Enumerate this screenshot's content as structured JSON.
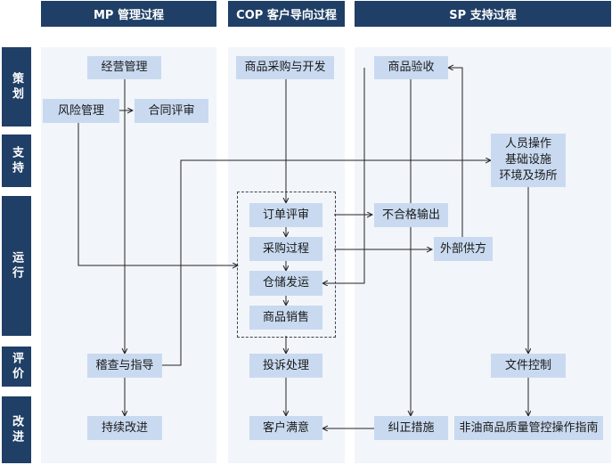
{
  "headers": {
    "mp": "MP 管理过程",
    "cop": "COP 客户导向过程",
    "sp": "SP 支持过程"
  },
  "stages": {
    "plan": "策划",
    "support": "支持",
    "operate": "运行",
    "evaluate": "评价",
    "improve": "改进"
  },
  "boxes": {
    "business_mgmt": "经营管理",
    "risk_mgmt": "风险管理",
    "contract_review": "合同评审",
    "audit_guidance": "稽查与指导",
    "continuous_improvement": "持续改进",
    "procurement_dev": "商品采购与开发",
    "order_review": "订单评审",
    "purchasing": "采购过程",
    "warehouse_shipping": "仓储发运",
    "sales": "商品销售",
    "complaint_handling": "投诉处理",
    "customer_satisfaction": "客户满意",
    "goods_inspection": "商品验收",
    "nonconforming_output": "不合格输出",
    "external_supplier": "外部供方",
    "corrective_action": "纠正措施",
    "resources_line1": "人员操作",
    "resources_line2": "基础设施",
    "resources_line3": "环境及场所",
    "document_control": "文件控制",
    "nonoil_guide": "非油商品质量管控操作指南"
  }
}
